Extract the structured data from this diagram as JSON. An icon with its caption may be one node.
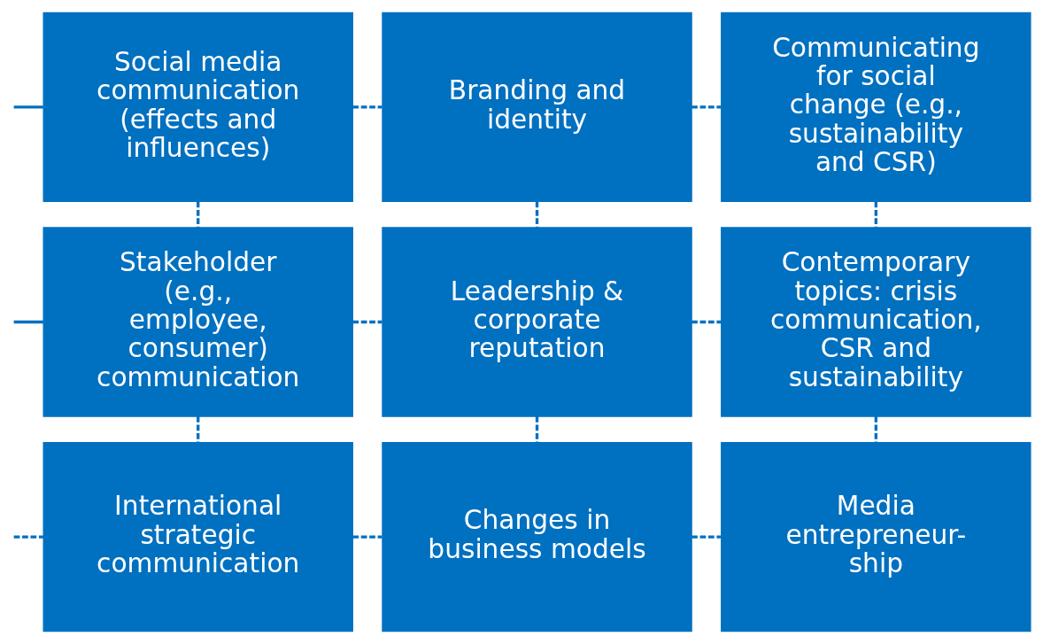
{
  "diagram": {
    "nodes": [
      {
        "text": [
          "Social media communication (effects and influences)"
        ]
      },
      {
        "text": [
          "Branding and identity"
        ]
      },
      {
        "text": [
          "Communicating for social change (e.g., sustainability and CSR)"
        ]
      },
      {
        "text": [
          "Stakeholder (e.g., employee, consumer) communication"
        ]
      },
      {
        "text": [
          "Leadership & corporate reputation"
        ]
      },
      {
        "text": [
          "Contemporary topics: crisis communication, CSR and sustainability"
        ]
      },
      {
        "text": [
          "International strategic communication"
        ]
      },
      {
        "text": [
          "Changes in business models"
        ]
      },
      {
        "text": [
          "Media entrepreneur- ship"
        ]
      }
    ],
    "edges": [
      {
        "from": null,
        "to": 0,
        "arrow": "none"
      },
      {
        "from": 0,
        "to": 1,
        "arrow": "none",
        "style": "dashed"
      },
      {
        "from": 1,
        "to": 2,
        "arrow": "none",
        "style": "dashed"
      },
      {
        "from": 0,
        "to": 3,
        "arrow": "none",
        "style": "dashed"
      },
      {
        "from": 1,
        "to": 4,
        "arrow": "none",
        "style": "dashed"
      },
      {
        "from": 2,
        "to": 5,
        "arrow": "none",
        "style": "dashed"
      },
      {
        "from": null,
        "to": 3,
        "arrow": "none"
      },
      {
        "from": 3,
        "to": 4,
        "arrow": "none",
        "style": "dashed"
      },
      {
        "from": 4,
        "to": 5,
        "arrow": "none",
        "style": "dashed"
      },
      {
        "from": 3,
        "to": 6,
        "arrow": "none",
        "style": "dashed"
      },
      {
        "from": 4,
        "to": 7,
        "arrow": "none",
        "style": "dashed"
      },
      {
        "from": 5,
        "to": 8,
        "arrow": "none",
        "style": "dashed"
      },
      {
        "from": null,
        "to": 6,
        "arrow": "none",
        "style": "dashed"
      },
      {
        "from": 6,
        "to": 7,
        "arrow": "none",
        "style": "dashed"
      },
      {
        "from": 7,
        "to": 8,
        "arrow": "none",
        "style": "dashed"
      }
    ]
  }
}
